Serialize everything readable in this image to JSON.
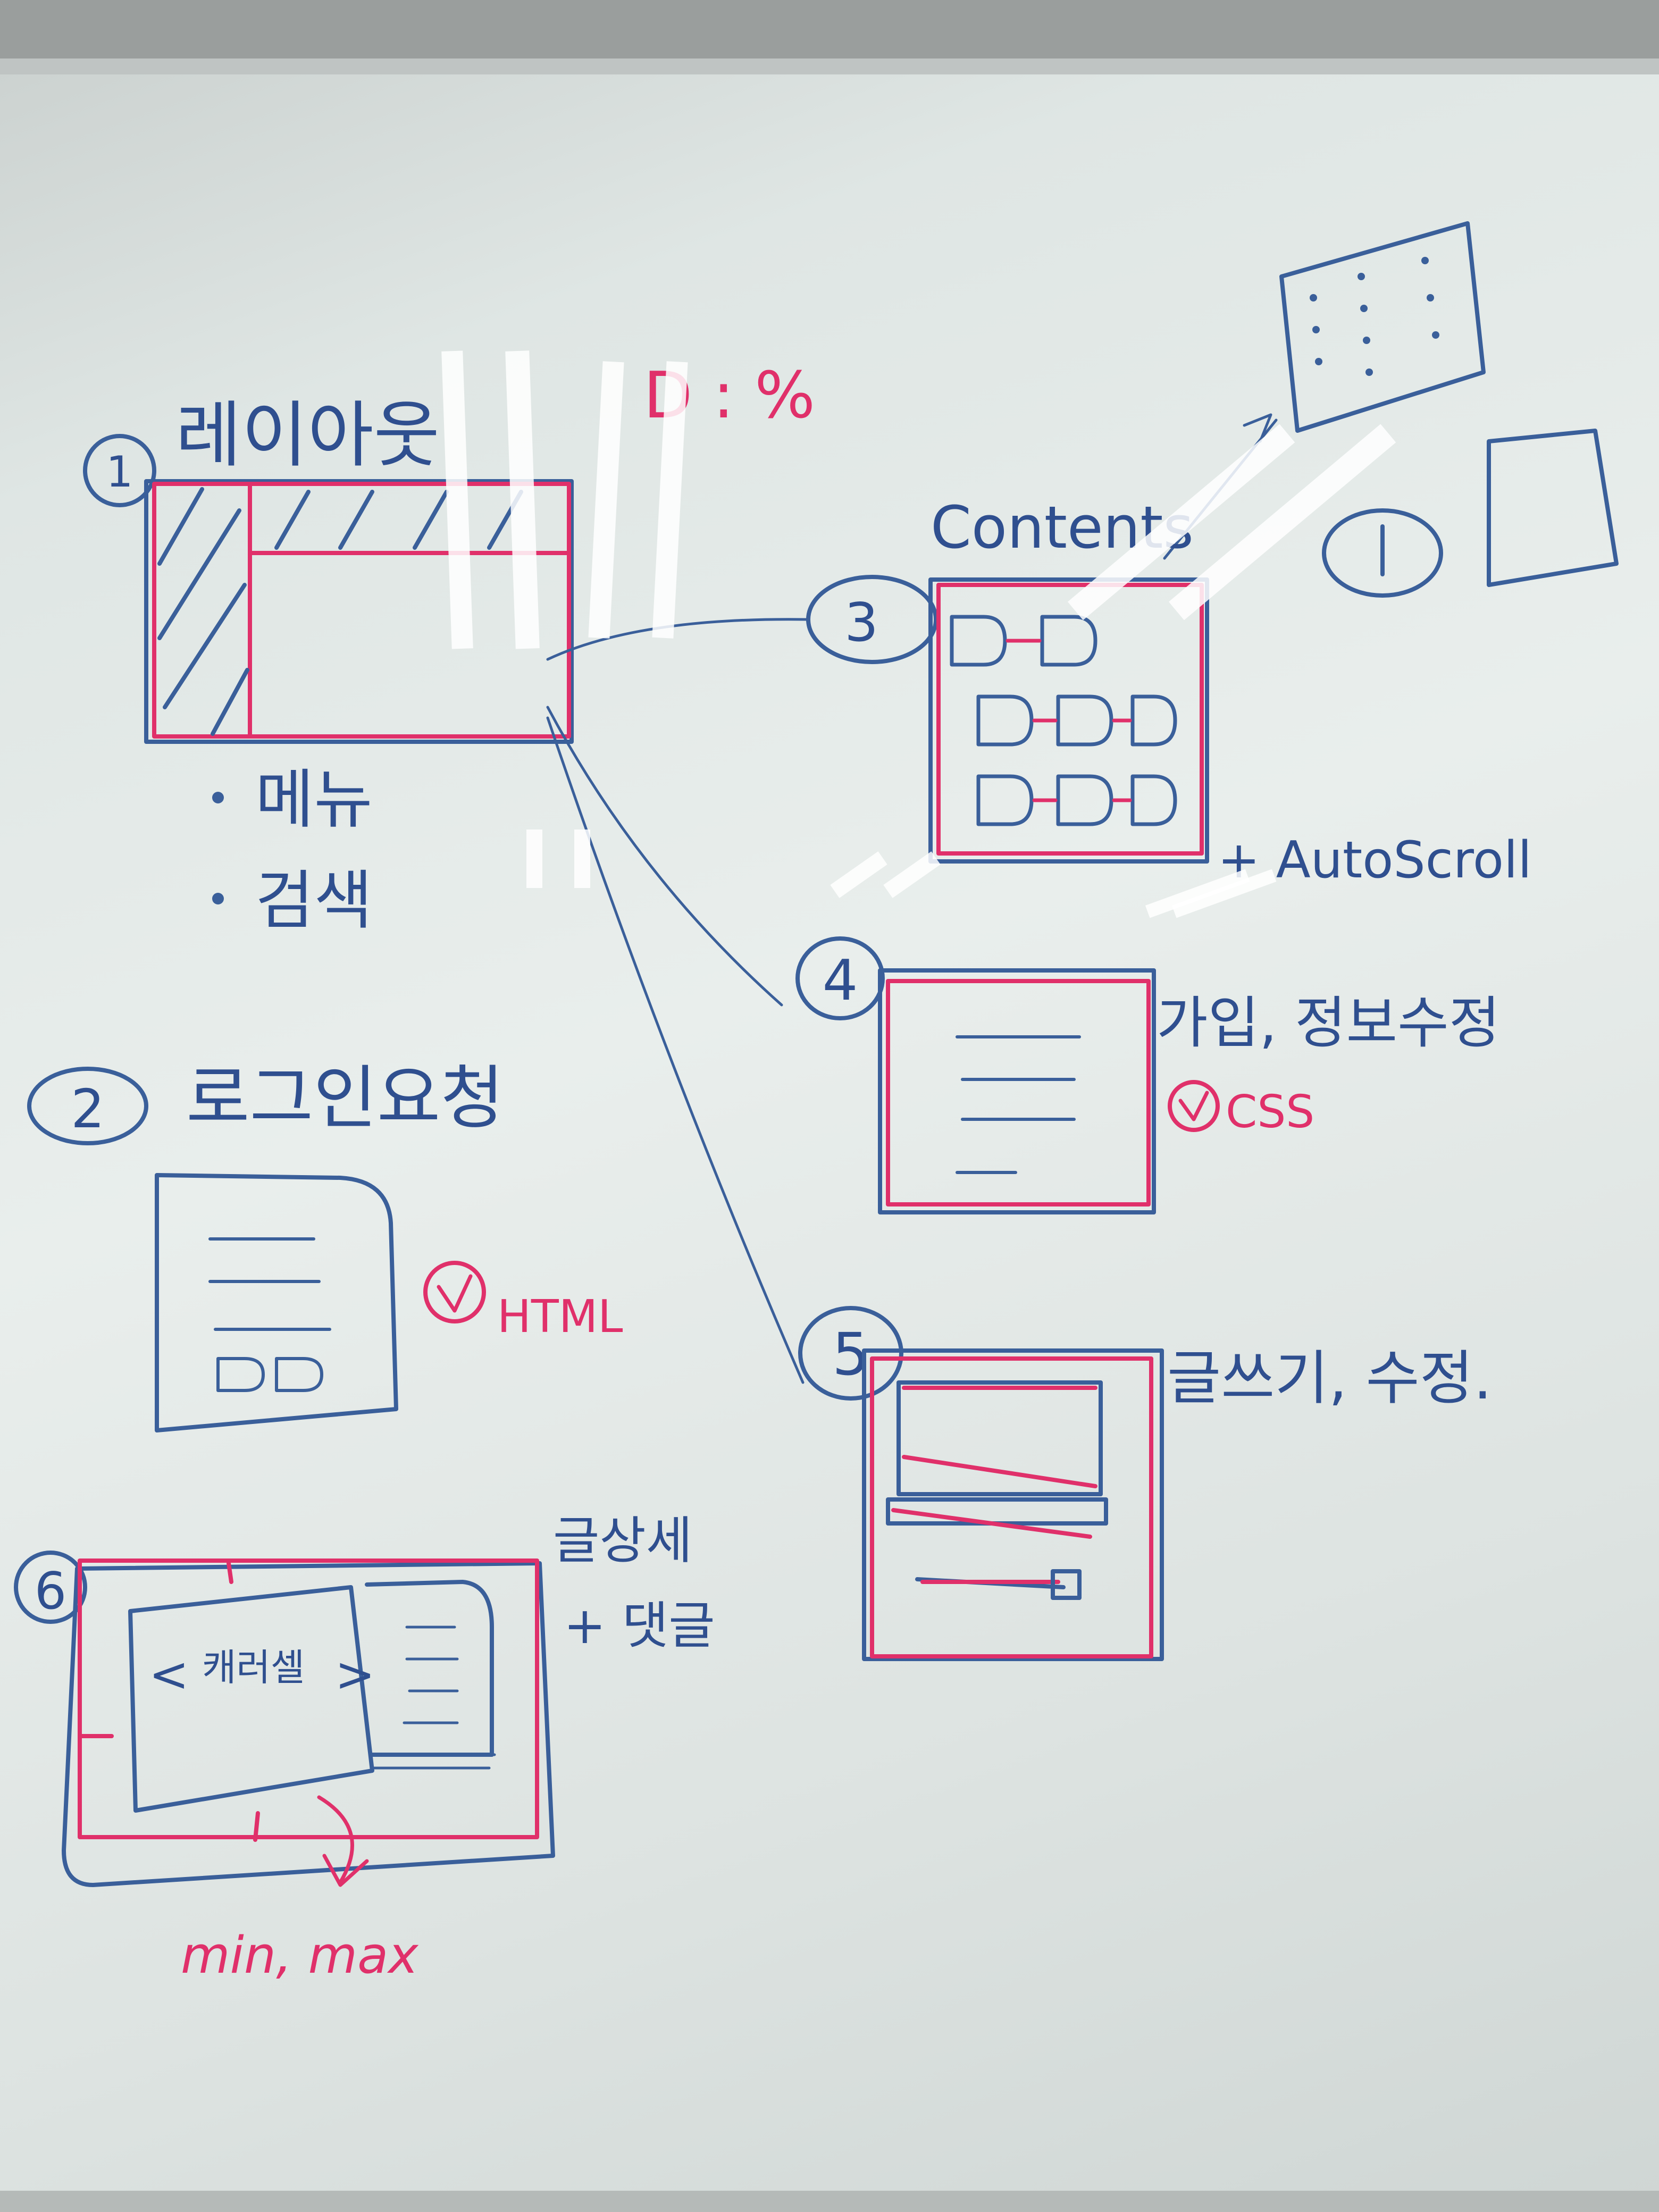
{
  "whiteboard": {
    "section1": {
      "number": "1",
      "title": "레이아웃",
      "note": "D : %",
      "bullets": [
        "메뉴",
        "검색"
      ]
    },
    "section2": {
      "number": "2",
      "title": "로그인요청",
      "check": "HTML"
    },
    "section3": {
      "number": "3",
      "title": "Contents",
      "note": "+ AutoScroll"
    },
    "section4": {
      "number": "4",
      "title": "가입, 정보수정",
      "check": "CSS"
    },
    "section5": {
      "number": "5",
      "title": "글쓰기, 수정."
    },
    "section6": {
      "number": "6",
      "title": "글상세",
      "subtitle": "+ 댓글",
      "carousel": "캐러셀",
      "note": "min, max"
    }
  },
  "colors": {
    "blue_marker": "#3a5f9a",
    "pink_marker": "#e0306a",
    "board": "#e6ecea"
  }
}
